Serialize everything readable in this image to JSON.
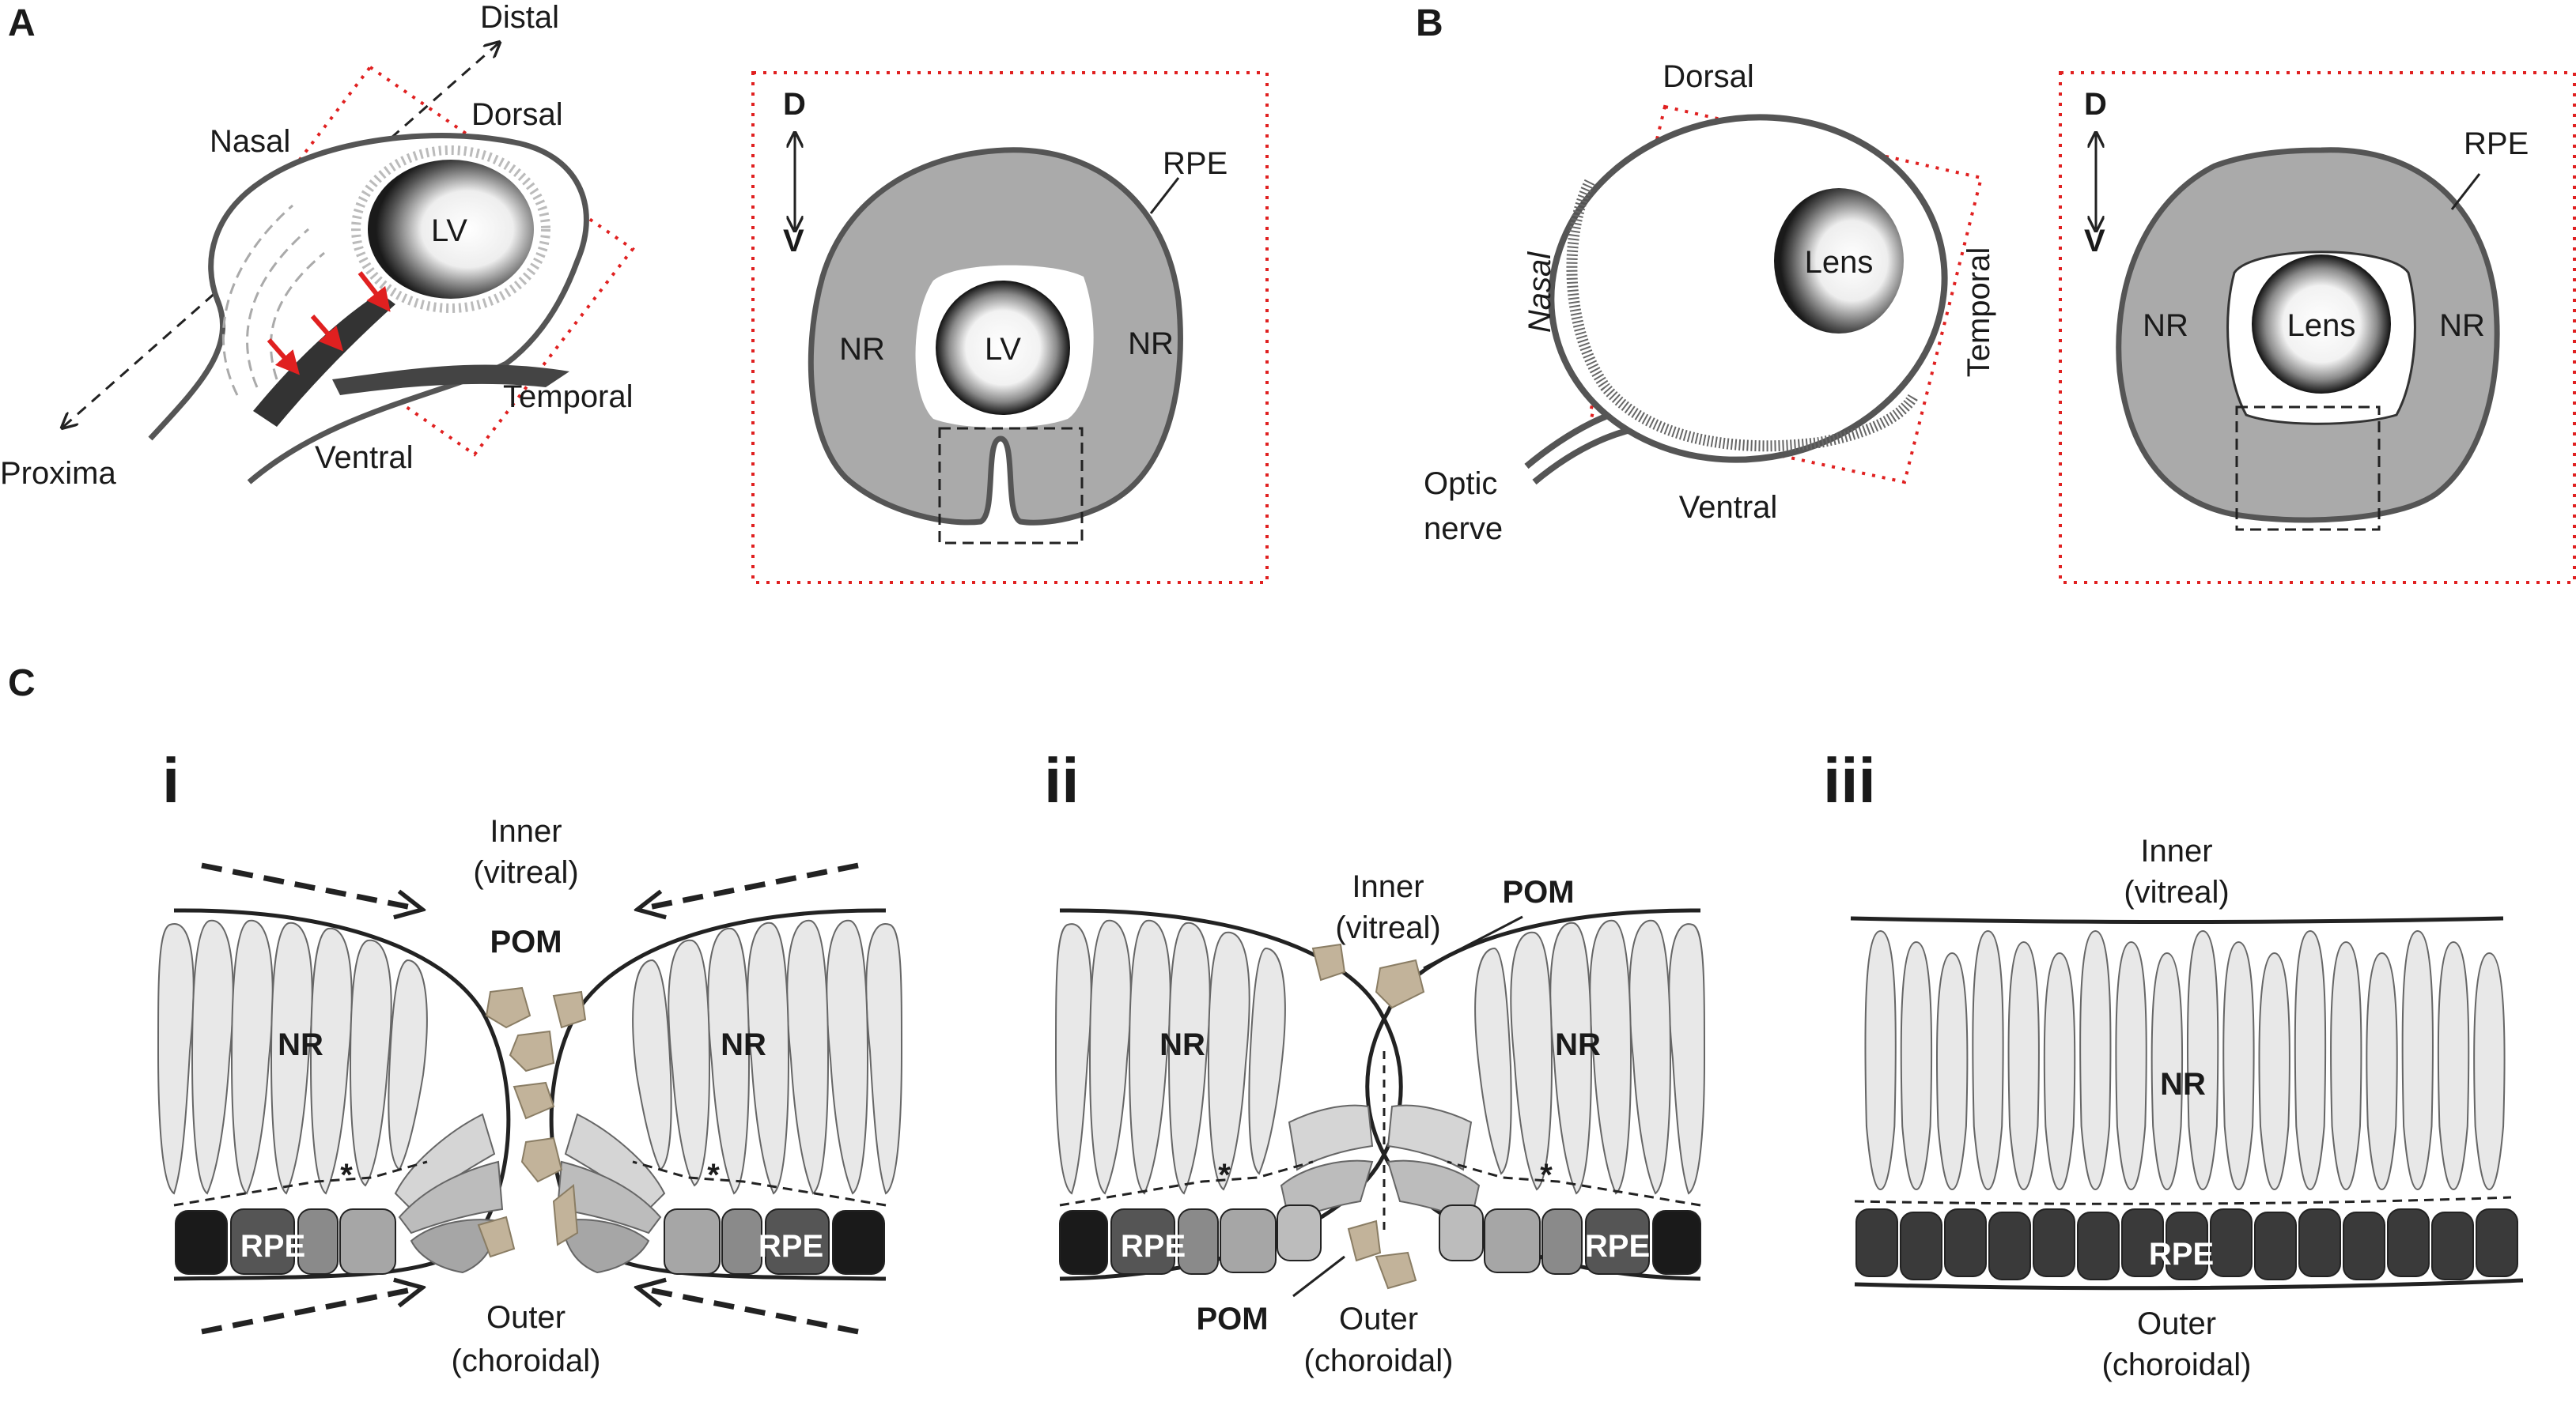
{
  "panels": {
    "A": {
      "letter": "A",
      "axis_distal": "Distal",
      "axis_proximal": "Proxima",
      "nasal": "Nasal",
      "dorsal": "Dorsal",
      "temporal": "Temporal",
      "ventral": "Ventral",
      "lv": "LV",
      "inset": {
        "d": "D",
        "v": "V",
        "rpe": "RPE",
        "nr_left": "NR",
        "nr_right": "NR",
        "lv": "LV"
      }
    },
    "B": {
      "letter": "B",
      "dorsal": "Dorsal",
      "nasal": "Nasal",
      "temporal": "Temporal",
      "ventral": "Ventral",
      "lens": "Lens",
      "optic_line1": "Optic",
      "optic_line2": "nerve",
      "inset": {
        "d": "D",
        "v": "V",
        "rpe": "RPE",
        "nr_left": "NR",
        "nr_right": "NR",
        "lens": "Lens"
      }
    },
    "C": {
      "letter": "C",
      "i": {
        "numeral": "i",
        "inner1": "Inner",
        "inner2": "(vitreal)",
        "pom": "POM",
        "nr_left": "NR",
        "nr_right": "NR",
        "rpe_left": "RPE",
        "rpe_right": "RPE",
        "star": "*",
        "outer1": "Outer",
        "outer2": "(choroidal)"
      },
      "ii": {
        "numeral": "ii",
        "inner1": "Inner",
        "inner2": "(vitreal)",
        "pom_top": "POM",
        "pom_bottom": "POM",
        "nr_left": "NR",
        "nr_right": "NR",
        "rpe_left": "RPE",
        "rpe_right": "RPE",
        "star": "*",
        "outer1": "Outer",
        "outer2": "(choroidal)"
      },
      "iii": {
        "numeral": "iii",
        "inner1": "Inner",
        "inner2": "(vitreal)",
        "nr": "NR",
        "rpe": "RPE",
        "outer1": "Outer",
        "outer2": "(choroidal)"
      }
    }
  },
  "colors": {
    "tissue": "#aaaaaa",
    "outline": "#555555",
    "red_frame": "#e02020",
    "red_arrow": "#e02020",
    "nr_cell": "#e8e8e8",
    "rpe_dark": "#3a3a3a",
    "pom": "#c2b39a"
  }
}
